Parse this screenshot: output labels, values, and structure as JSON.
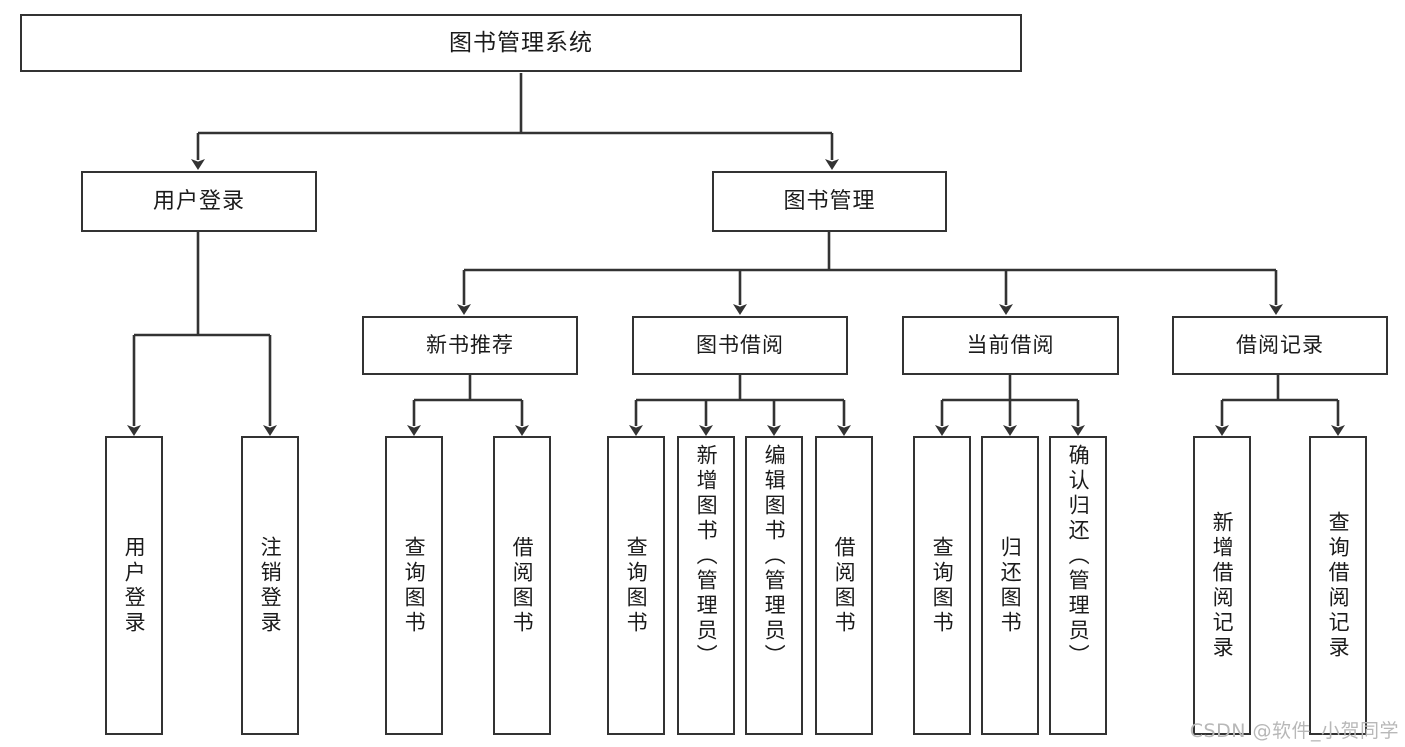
{
  "diagram": {
    "title": "图书管理系统",
    "watermark": "CSDN @软件_小贺同学",
    "nodes": {
      "root": "图书管理系统",
      "lvl2": {
        "user_login": "用户登录",
        "book_manage": "图书管理"
      },
      "lvl3": {
        "new_book_rec": "新书推荐",
        "book_borrow": "图书借阅",
        "current_borrow": "当前借阅",
        "borrow_record": "借阅记录"
      },
      "leaves": {
        "user_login_1": "用户登录",
        "user_login_2": "注销登录",
        "new_book_1": "查询图书",
        "new_book_2": "借阅图书",
        "borrow_1": "查询图书",
        "borrow_2": "新增图书（管理员）",
        "borrow_3": "编辑图书（管理员）",
        "borrow_4": "借阅图书",
        "current_1": "查询图书",
        "current_2": "归还图书",
        "current_3": "确认归还（管理员）",
        "record_1": "新增借阅记录",
        "record_2": "查询借阅记录"
      }
    },
    "colors": {
      "stroke": "#333333",
      "background": "#ffffff",
      "text": "#1b1b1b",
      "watermark": "#b8b8b8"
    }
  }
}
